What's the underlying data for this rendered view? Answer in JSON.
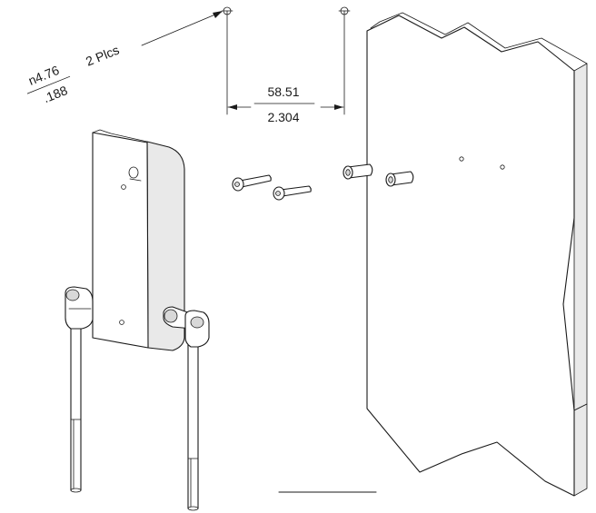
{
  "dimensions": {
    "hole": {
      "metric": "n4.76",
      "imperial": ".188",
      "count": "2 Plcs"
    },
    "spacing": {
      "metric": "58.51",
      "imperial": "2.304"
    }
  }
}
